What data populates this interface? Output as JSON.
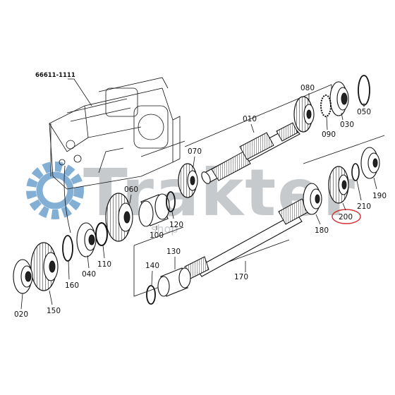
{
  "watermark": {
    "text": "Trakter",
    "sub": "shop",
    "color": "#9aa0a6",
    "gear_color": "#1f6fb3"
  },
  "housing_code": "66611-1111",
  "highlight_color": "#d32f2f",
  "highlighted_part": "200",
  "parts": {
    "p010": "010",
    "p020": "020",
    "p030": "030",
    "p040": "040",
    "p050": "050",
    "p060": "060",
    "p070": "070",
    "p080": "080",
    "p090": "090",
    "p100": "100",
    "p110": "110",
    "p120": "120",
    "p130": "130",
    "p140": "140",
    "p150": "150",
    "p160": "160",
    "p170": "170",
    "p180": "180",
    "p190": "190",
    "p200": "200",
    "p210": "210"
  }
}
